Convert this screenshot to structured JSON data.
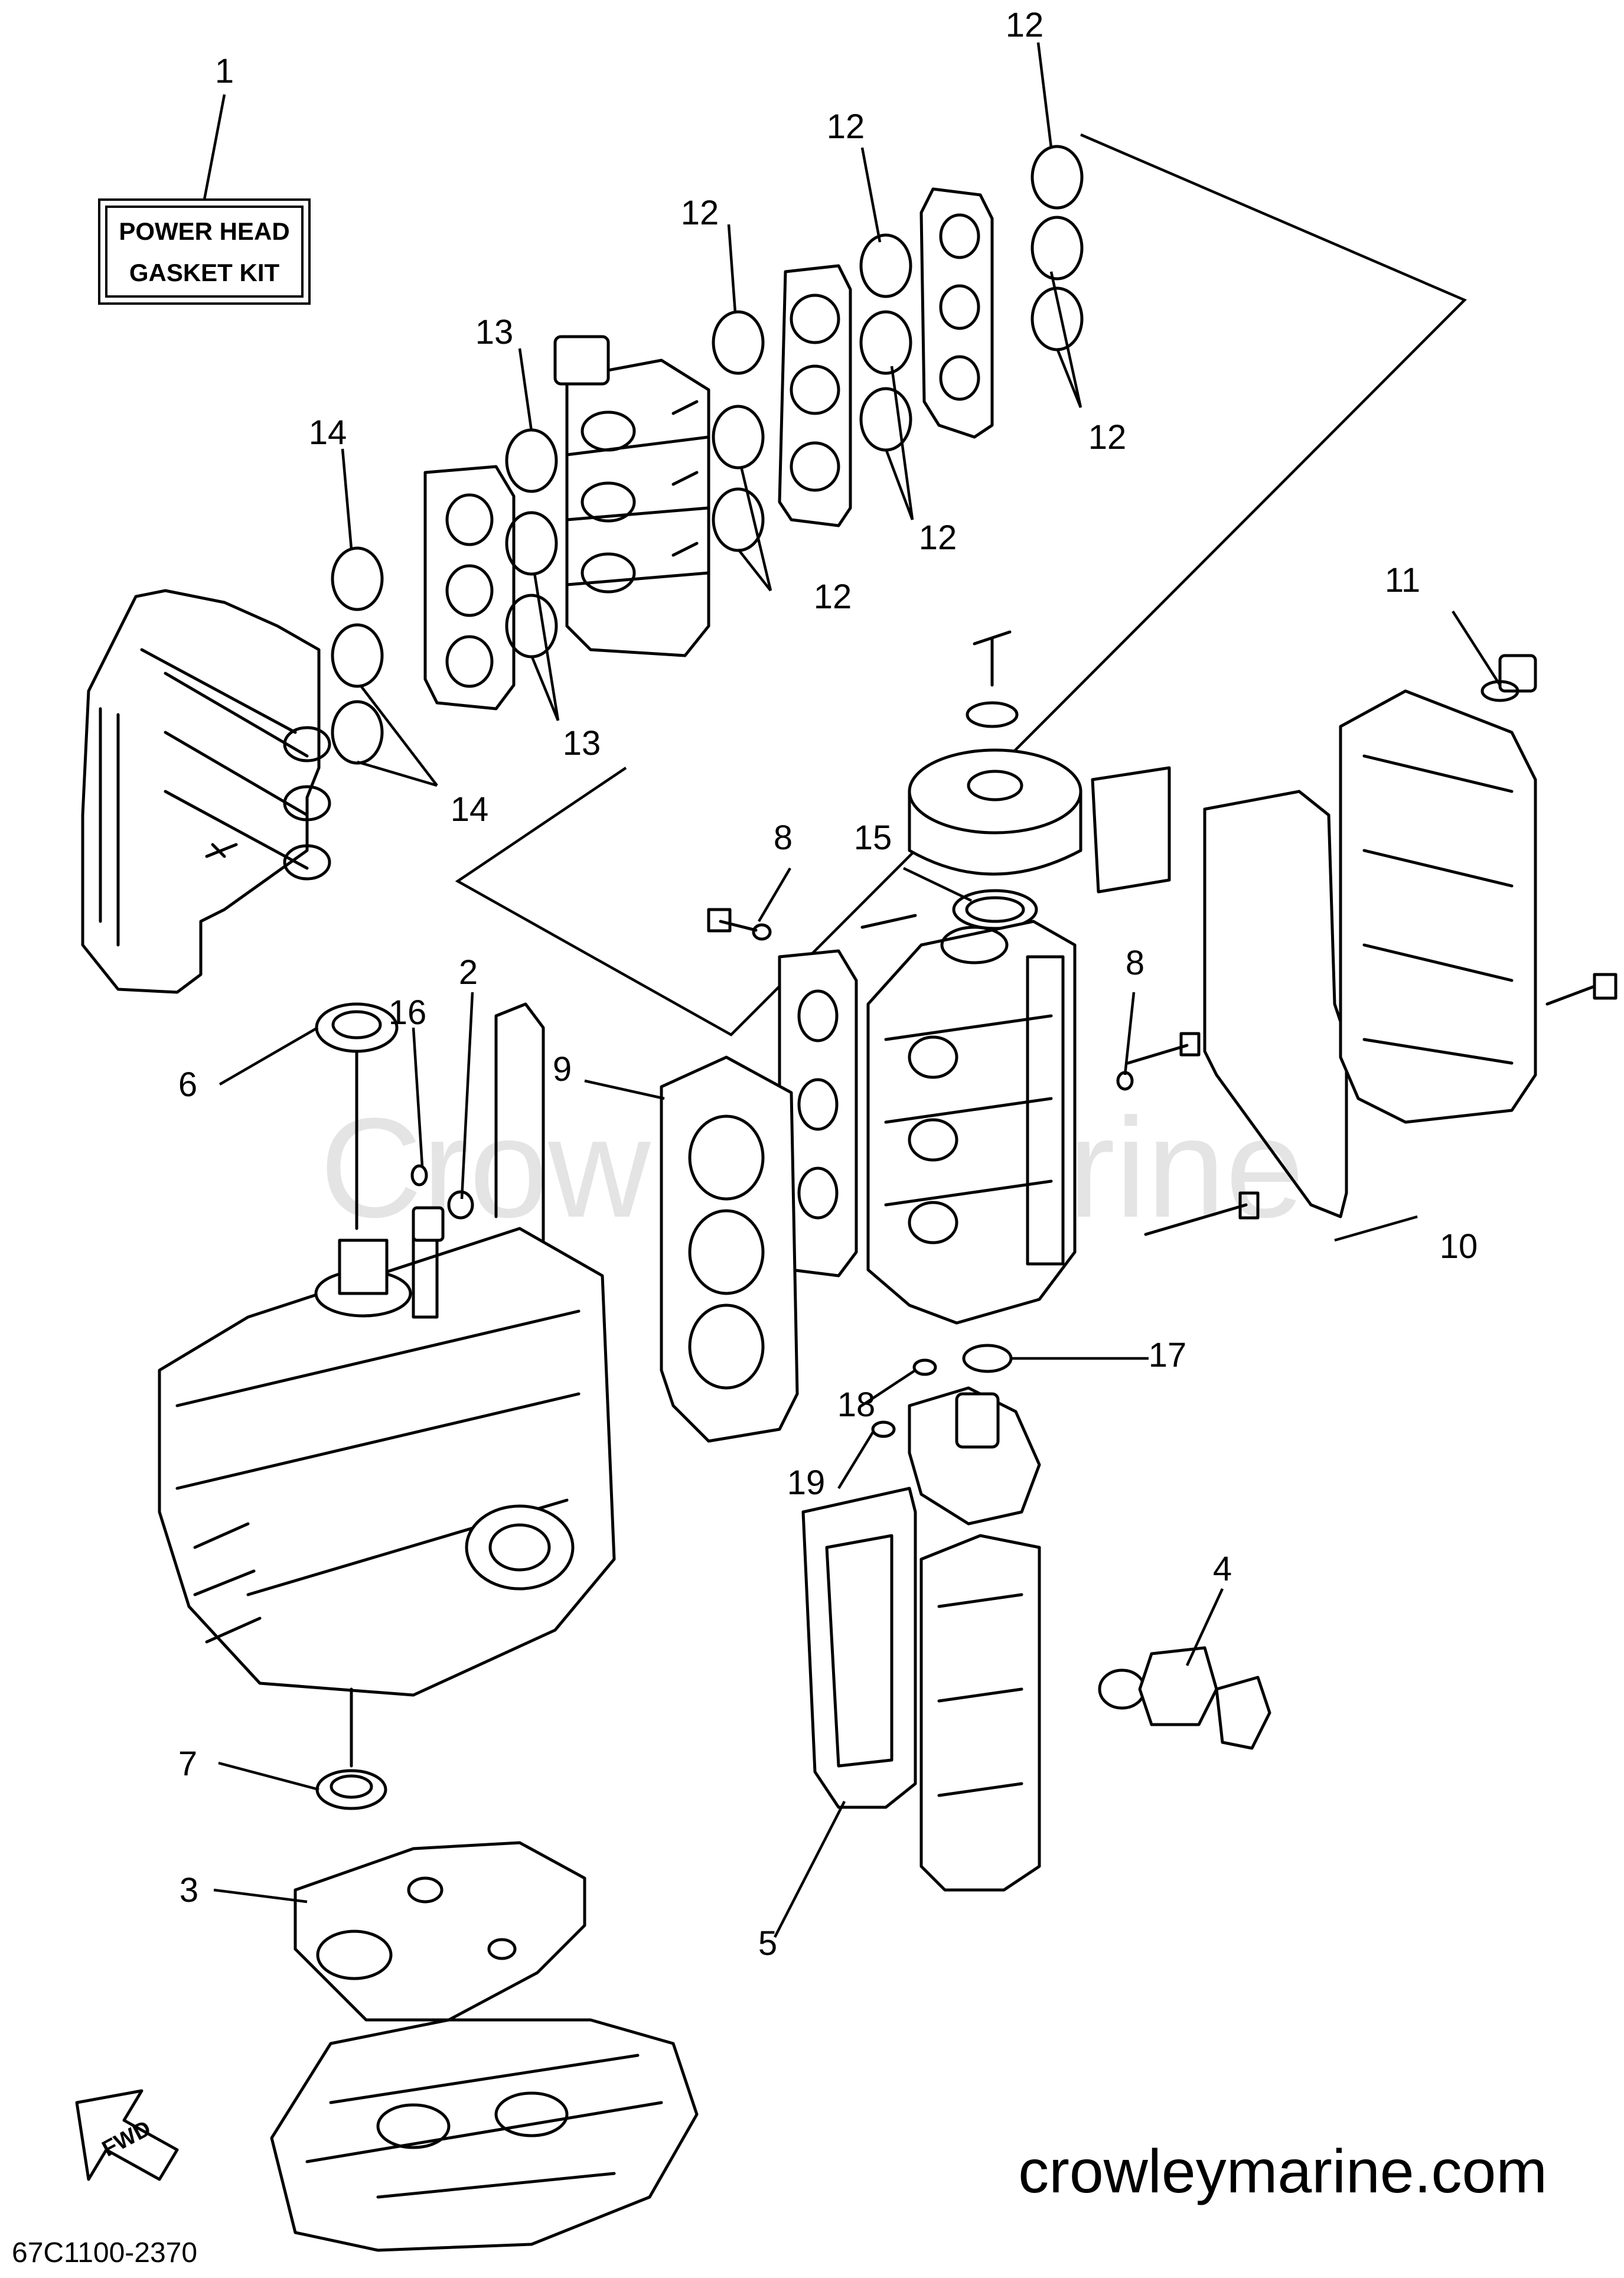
{
  "watermark": "Crowley Marine",
  "kit_label_line1": "POWER HEAD",
  "kit_label_line2": "GASKET KIT",
  "fwd_label": "FWD",
  "website": "crowleymarine.com",
  "diagram_code": "67C1100-2370",
  "callouts": [
    {
      "id": "c1",
      "text": "1"
    },
    {
      "id": "c2",
      "text": "2"
    },
    {
      "id": "c3",
      "text": "3"
    },
    {
      "id": "c4",
      "text": "4"
    },
    {
      "id": "c5",
      "text": "5"
    },
    {
      "id": "c6",
      "text": "6"
    },
    {
      "id": "c7",
      "text": "7"
    },
    {
      "id": "c8a",
      "text": "8"
    },
    {
      "id": "c8b",
      "text": "8"
    },
    {
      "id": "c9",
      "text": "9"
    },
    {
      "id": "c10",
      "text": "10"
    },
    {
      "id": "c11",
      "text": "11"
    },
    {
      "id": "c12a",
      "text": "12"
    },
    {
      "id": "c12b",
      "text": "12"
    },
    {
      "id": "c12c",
      "text": "12"
    },
    {
      "id": "c12d",
      "text": "12"
    },
    {
      "id": "c12e",
      "text": "12"
    },
    {
      "id": "c12f",
      "text": "12"
    },
    {
      "id": "c13a",
      "text": "13"
    },
    {
      "id": "c13b",
      "text": "13"
    },
    {
      "id": "c14a",
      "text": "14"
    },
    {
      "id": "c14b",
      "text": "14"
    },
    {
      "id": "c15",
      "text": "15"
    },
    {
      "id": "c16",
      "text": "16"
    },
    {
      "id": "c17",
      "text": "17"
    },
    {
      "id": "c18",
      "text": "18"
    },
    {
      "id": "c19",
      "text": "19"
    }
  ]
}
